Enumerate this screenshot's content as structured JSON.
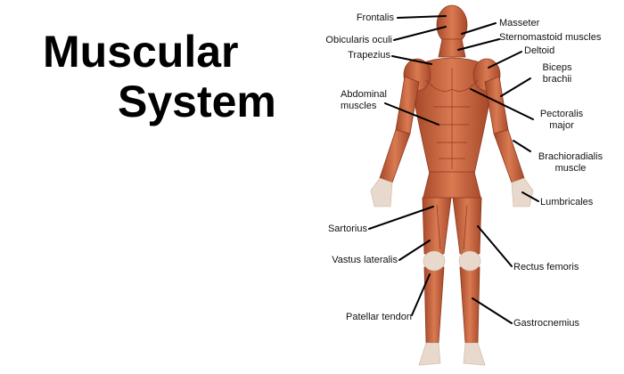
{
  "title": {
    "line1": "Muscular",
    "line2": "System"
  },
  "labels": {
    "frontalis": "Frontalis",
    "orbicularis_oculi": "Obicularis oculi",
    "trapezius": "Trapezius",
    "masseter": "Masseter",
    "sternomastoid": "Sternomastoid muscles",
    "deltoid": "Deltoid",
    "biceps": [
      "Biceps",
      "brachii"
    ],
    "abdominal": [
      "Abdominal",
      "muscles"
    ],
    "pectoralis": [
      "Pectoralis",
      "major"
    ],
    "brachioradialis": [
      "Brachioradialis",
      "muscle"
    ],
    "lumbricales": "Lumbricales",
    "sartorius": "Sartorius",
    "vastus_lateralis": "Vastus lateralis",
    "rectus_femoris": "Rectus femoris",
    "patellar_tendon": "Patellar tendon",
    "gastrocnemius": "Gastrocnemius"
  },
  "colors": {
    "muscle": "#c8643f",
    "muscle_dark": "#9e4226",
    "tendon": "#e9d9cc",
    "leader": "#000000"
  }
}
